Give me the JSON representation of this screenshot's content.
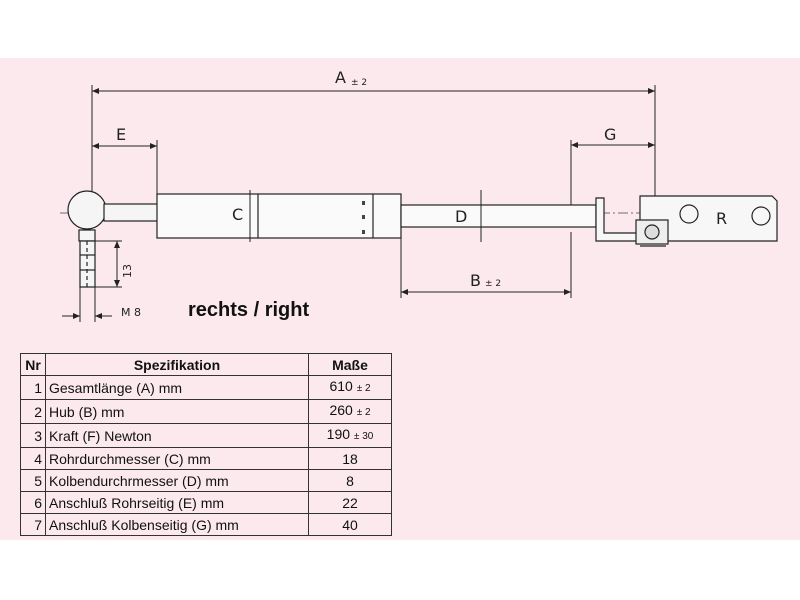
{
  "diagram": {
    "dim_A": "A",
    "dim_A_tol": "± 2",
    "dim_B": "B",
    "dim_B_tol": "± 2",
    "dim_C": "C",
    "dim_D": "D",
    "dim_E": "E",
    "dim_G": "G",
    "dim_13": "13",
    "dim_M8": "M 8",
    "eye_label": "R",
    "side_label": "rechts / right"
  },
  "table": {
    "headers": {
      "nr": "Nr",
      "spec": "Spezifikation",
      "value": "Maße"
    },
    "rows": [
      {
        "nr": "1",
        "spec": "Gesamtlänge (A) mm",
        "value": "610",
        "tol": "± 2"
      },
      {
        "nr": "2",
        "spec": "Hub (B)  mm",
        "value": "260",
        "tol": "± 2"
      },
      {
        "nr": "3",
        "spec": "Kraft (F) Newton",
        "value": "190",
        "tol": "± 30"
      },
      {
        "nr": "4",
        "spec": "Rohrdurchmesser (C) mm",
        "value": "18",
        "tol": ""
      },
      {
        "nr": "5",
        "spec": "Kolbendurchrmesser (D) mm",
        "value": "8",
        "tol": ""
      },
      {
        "nr": "6",
        "spec": "Anschluß Rohrseitig (E) mm",
        "value": "22",
        "tol": ""
      },
      {
        "nr": "7",
        "spec": "Anschluß Kolbenseitig (G) mm",
        "value": "40",
        "tol": ""
      }
    ]
  }
}
